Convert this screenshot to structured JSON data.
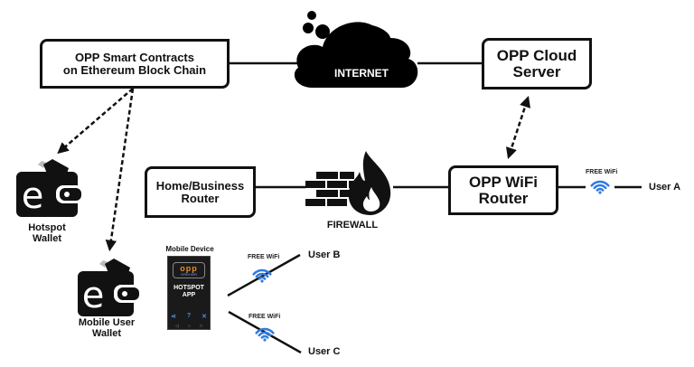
{
  "nodes": {
    "smart_contracts": {
      "line1": "OPP Smart Contracts",
      "line2": "on Ethereum Block Chain"
    },
    "internet": {
      "label": "INTERNET"
    },
    "cloud_server": {
      "line1": "OPP Cloud",
      "line2": "Server"
    },
    "home_router": {
      "line1": "Home/Business",
      "line2": "Router"
    },
    "firewall": {
      "label": "FIREWALL"
    },
    "wifi_router": {
      "line1": "OPP WiFi",
      "line2": "Router"
    },
    "hotspot_wallet": {
      "line1": "Hotspot",
      "line2": "Wallet"
    },
    "mobile_wallet": {
      "line1": "Mobile User",
      "line2": "Wallet"
    },
    "mobile_device": {
      "caption": "Mobile Device",
      "logo": "opp",
      "logo_sub": "OPEN WIFI",
      "app_line1": "HOTSPOT",
      "app_line2": "APP",
      "icons": [
        "⋖",
        "?",
        "✕"
      ],
      "nav": [
        "◁",
        "○",
        "□"
      ]
    }
  },
  "wifi_links": [
    {
      "label": "FREE WiFi",
      "user": "User A"
    },
    {
      "label": "FREE WiFi",
      "user": "User B"
    },
    {
      "label": "FREE WiFi",
      "user": "User C"
    }
  ],
  "colors": {
    "line": "#111111",
    "wifi": "#2f7be0",
    "phone_logo": "#f08a2a",
    "phone_accent": "#3a7bd5"
  }
}
